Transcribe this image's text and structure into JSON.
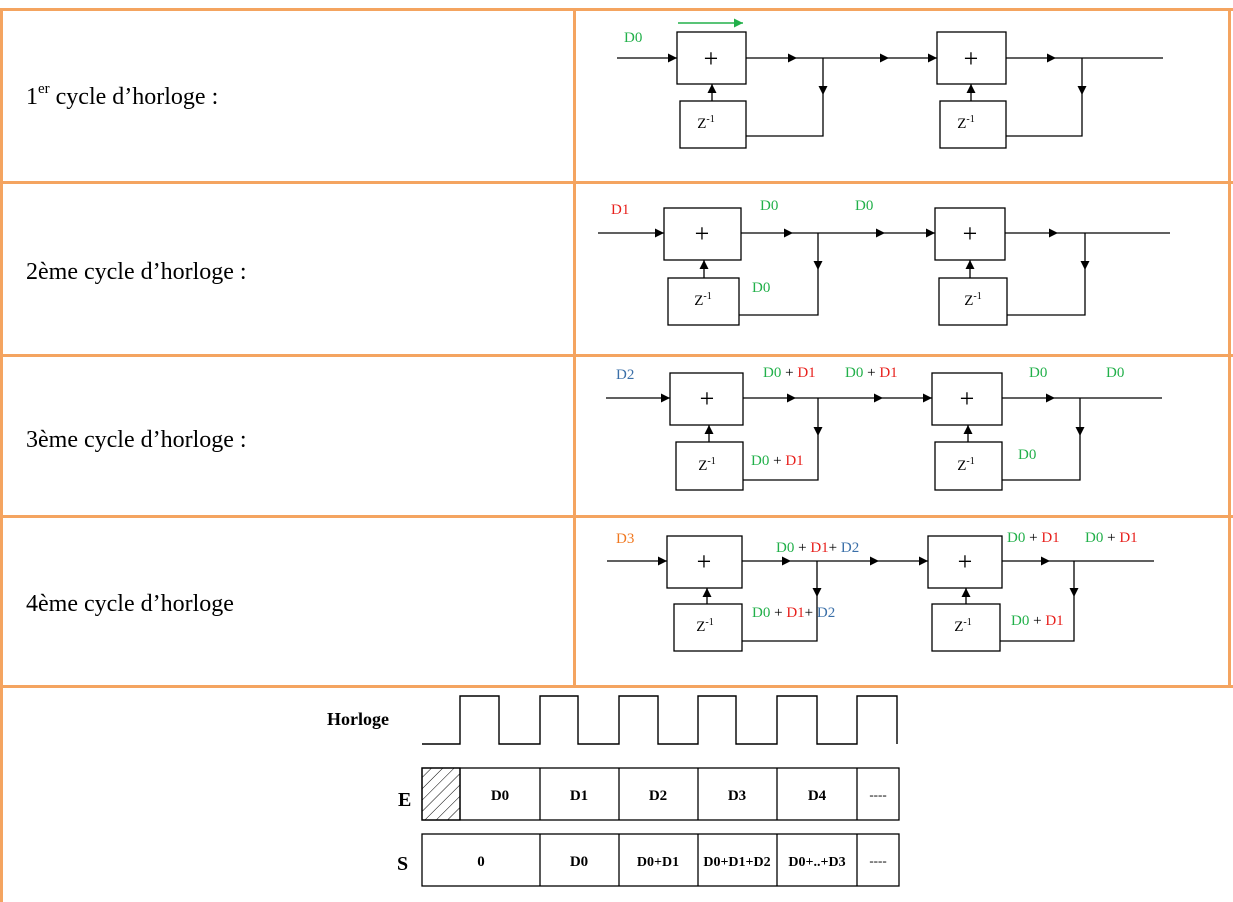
{
  "colors": {
    "border": "#F4A460",
    "green": "#22B04A",
    "red": "#E8201C",
    "blue": "#3A6FA8",
    "orange": "#F07820",
    "black": "#000000"
  },
  "rows": [
    {
      "num": "1",
      "sup": "er",
      "rest": " cycle d’horloge :"
    },
    {
      "label": "2ème cycle d’horloge :"
    },
    {
      "label": "3ème cycle d’horloge :"
    },
    {
      "label": "4ème cycle d’horloge"
    }
  ],
  "diagram": {
    "plus": "+",
    "delay_base": "Z",
    "delay_exp": "-1",
    "row1": {
      "in": "D0"
    },
    "row2": {
      "in": "D1",
      "out1": "D0",
      "out1b": "D0",
      "fb1": "D0"
    },
    "row3": {
      "in": "D2",
      "out1": [
        "D0",
        " + ",
        "D1"
      ],
      "out1b": [
        "D0",
        " + ",
        "D1"
      ],
      "fb1": [
        "D0",
        " + ",
        "D1"
      ],
      "out2": "D0",
      "out2b": "D0",
      "fb2": "D0"
    },
    "row4": {
      "in": "D3",
      "out1": [
        "D0",
        " + ",
        "D1",
        "+ ",
        "D2"
      ],
      "fb1": [
        "D0",
        " + ",
        "D1",
        "+ ",
        "D2"
      ],
      "out2": [
        "D0",
        " + ",
        "D1"
      ],
      "out2b": [
        "D0",
        " + ",
        "D1"
      ],
      "fb2": [
        "D0",
        " + ",
        "D1"
      ]
    }
  },
  "timing": {
    "clock_label": "Horloge",
    "e_label": "E",
    "s_label": "S",
    "e_cells": [
      "D0",
      "D1",
      "D2",
      "D3",
      "D4",
      "----"
    ],
    "s_cells": [
      "0",
      "D0",
      "D0+D1",
      "D0+D1+D2",
      "D0+..+D3",
      "----"
    ]
  }
}
